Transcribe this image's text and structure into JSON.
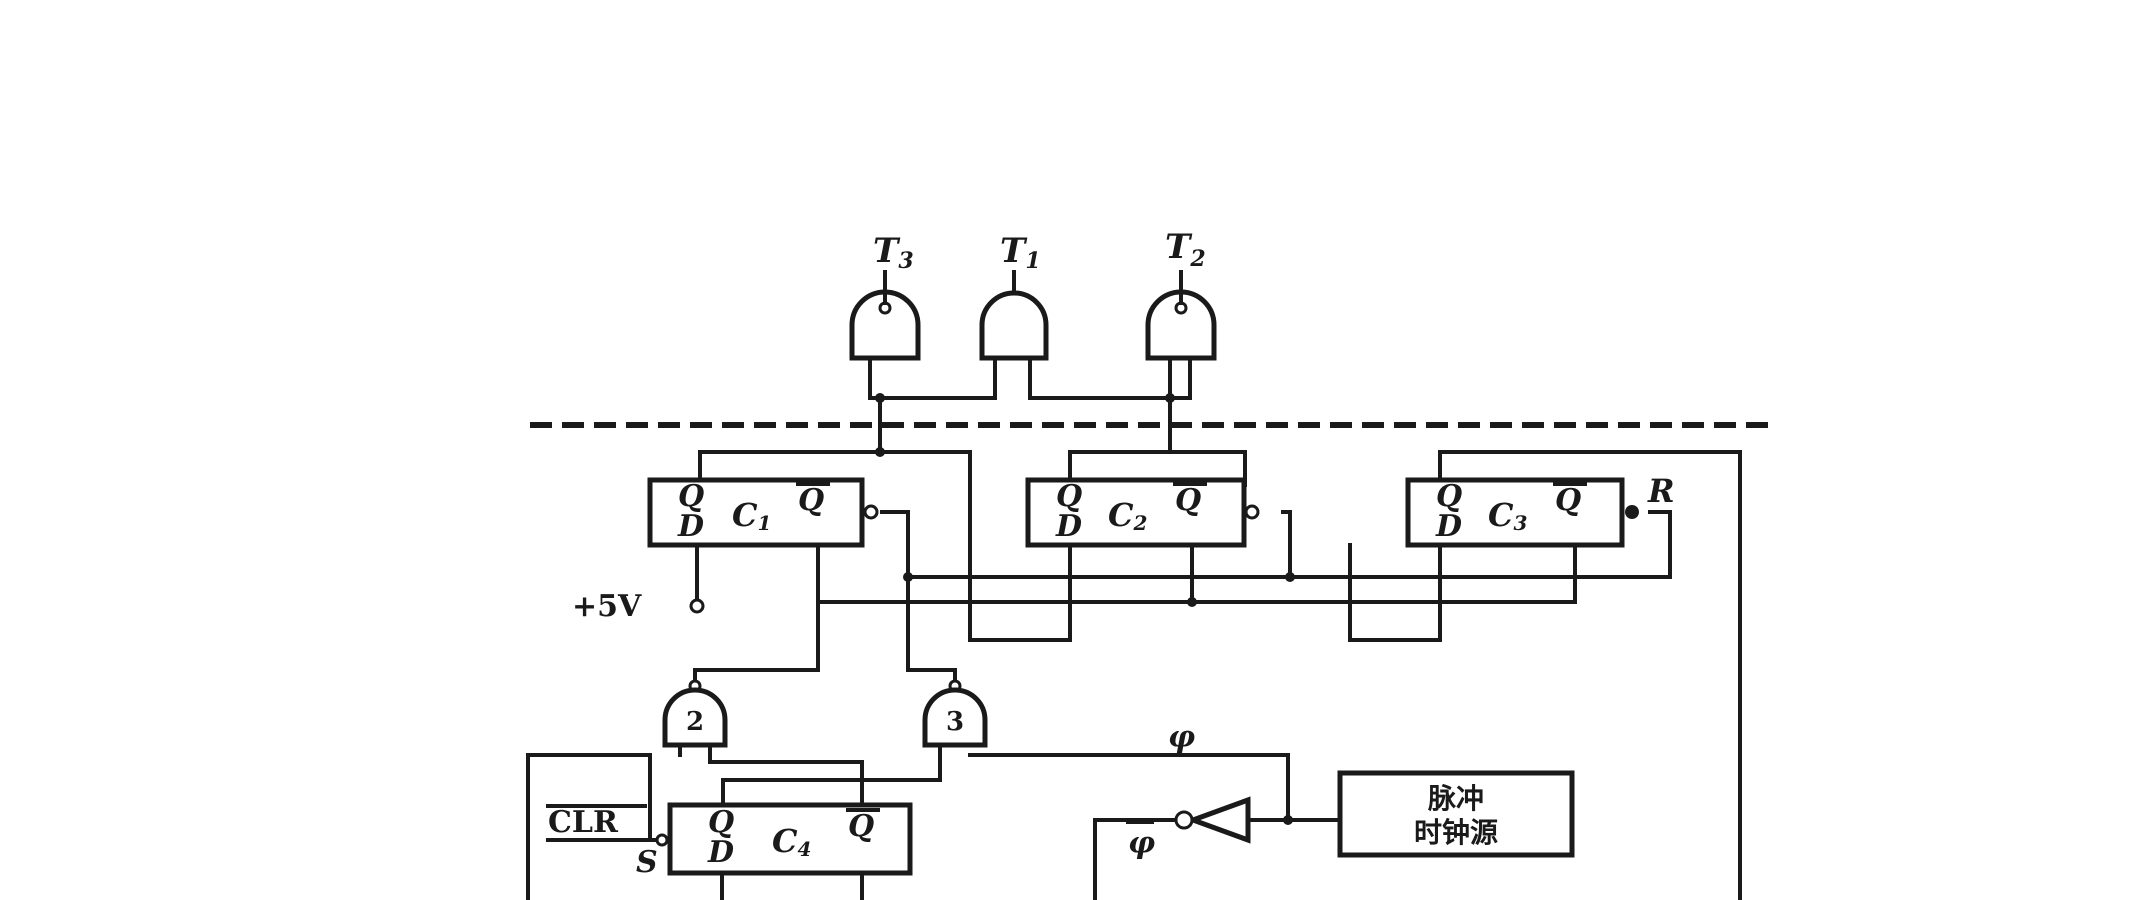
{
  "diagram": {
    "outputs": {
      "t3": {
        "main": "T",
        "sub": "3"
      },
      "t1": {
        "main": "T",
        "sub": "1"
      },
      "t2": {
        "main": "T",
        "sub": "2"
      }
    },
    "flipflops": {
      "c1": {
        "q": "Q",
        "d": "D",
        "c": "C",
        "num": "1",
        "qbar": "Q"
      },
      "c2": {
        "q": "Q",
        "d": "D",
        "c": "C",
        "num": "2",
        "qbar": "Q"
      },
      "c3": {
        "q": "Q",
        "d": "D",
        "c": "C",
        "num": "3",
        "qbar": "Q"
      },
      "c4": {
        "q": "Q",
        "d": "D",
        "c": "C",
        "num": "4",
        "qbar": "Q"
      }
    },
    "gates": {
      "g2": "2",
      "g3": "3"
    },
    "labels": {
      "vcc": "+5V",
      "reset": "R",
      "clear": "CLR",
      "set": "S",
      "phi": "φ",
      "phi_bar": "φ"
    },
    "clock_source": {
      "line1": "脉冲",
      "line2": "时钟源"
    }
  }
}
